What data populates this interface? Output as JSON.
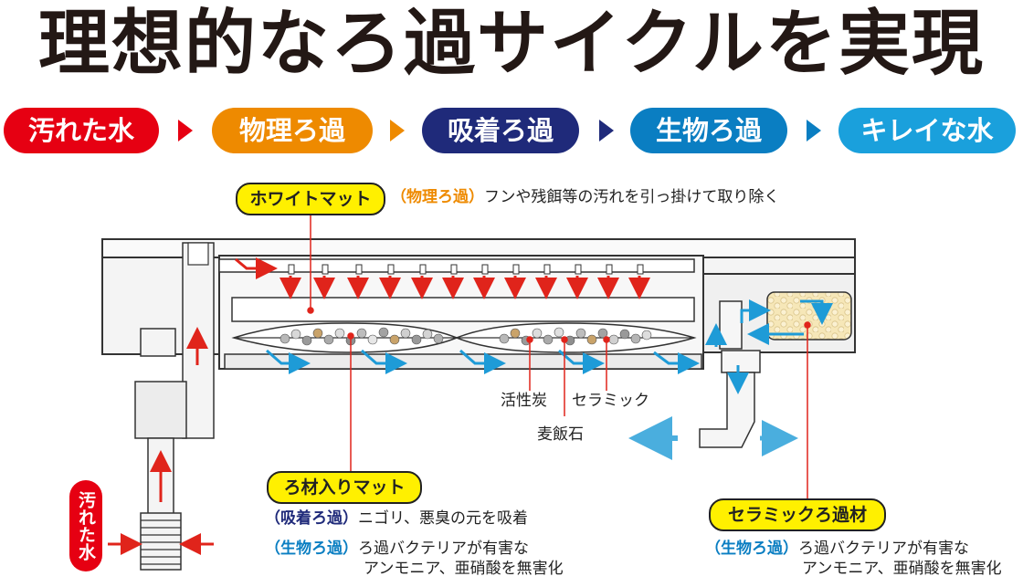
{
  "title": "理想的なろ過サイクルを実現",
  "stages": [
    {
      "label": "汚れた水",
      "color": "#e60012"
    },
    {
      "label": "物理ろ過",
      "color": "#ee8a00"
    },
    {
      "label": "吸着ろ過",
      "color": "#1f2a7a"
    },
    {
      "label": "生物ろ過",
      "color": "#0a7ec2"
    },
    {
      "label": "キレイな水",
      "color": "#1aa0dc"
    }
  ],
  "white_mat": {
    "name": "ホワイトマット",
    "tag": "（物理ろ過）",
    "desc": "フンや残餌等の汚れを引っ掛けて取り除く"
  },
  "media_labels": {
    "carbon": "活性炭",
    "ceramic": "セラミック",
    "bakuhanseki": "麦飯石"
  },
  "filter_mat": {
    "name": "ろ材入りマット",
    "tag1": "（吸着ろ過）",
    "desc1": "ニゴリ、悪臭の元を吸着",
    "tag2": "（生物ろ過）",
    "desc2a": "ろ過バクテリアが有害な",
    "desc2b": "アンモニア、亜硝酸を無害化"
  },
  "ceramic_media": {
    "name": "セラミックろ過材",
    "tag": "（生物ろ過）",
    "desc_a": "ろ過バクテリアが有害な",
    "desc_b": "アンモニア、亜硝酸を無害化"
  },
  "dirty_water_label": "汚れた水",
  "colors": {
    "red_arrow": "#e0241b",
    "blue_arrow": "#1e9bd7",
    "yellow": "#fff000",
    "orange_tag": "#ee8a00",
    "navy_tag": "#1f2a7a",
    "blue_tag": "#0a7ec2"
  }
}
